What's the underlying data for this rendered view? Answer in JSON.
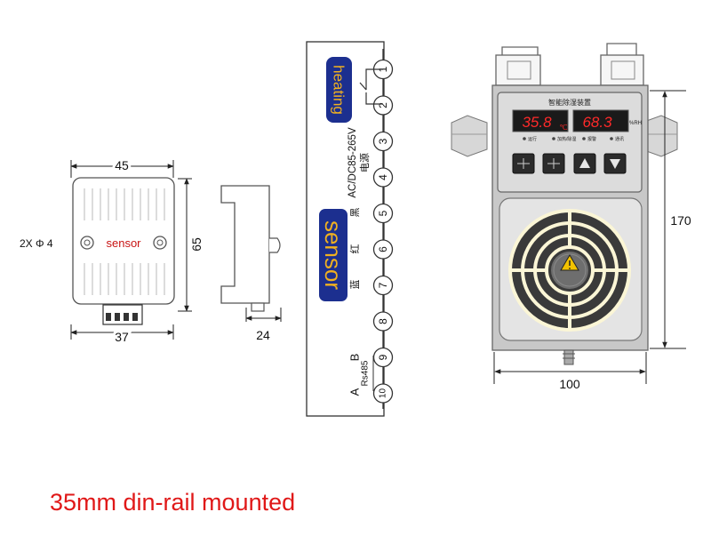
{
  "sensor_drawing": {
    "width_dim": "45",
    "height_dim": "65",
    "bottom_dim": "37",
    "hole_note": "2X Φ 4",
    "label": "sensor"
  },
  "side_view": {
    "depth_dim": "24"
  },
  "terminal_block": {
    "heating_label": "heating",
    "sensor_label": "sensor",
    "power_label_line1": "AC/DC85-265V",
    "power_label_line2": "电源",
    "wire_black": "黑",
    "wire_red": "红",
    "wire_blue": "蓝",
    "rs485_label": "Rs485",
    "rs485_b": "B",
    "rs485_a": "A",
    "terminals": [
      "1",
      "2",
      "3",
      "4",
      "5",
      "6",
      "7",
      "8",
      "9",
      "10"
    ]
  },
  "device": {
    "panel_title": "智能除湿装置",
    "temperature_reading": "35.8",
    "temperature_unit": "℃",
    "humidity_reading": "68.3",
    "humidity_unit": "%RH",
    "indicator_labels": [
      "运行",
      "加热/除湿",
      "报警",
      "通讯"
    ],
    "height_dim": "170",
    "width_dim": "100"
  },
  "caption": "35mm din-rail mounted",
  "colors": {
    "caption": "#e01818",
    "label_box": "#1c2f8f",
    "label_text": "#f0b020",
    "display_digits": "#ff2a2a",
    "sensor_text": "#c81414"
  }
}
